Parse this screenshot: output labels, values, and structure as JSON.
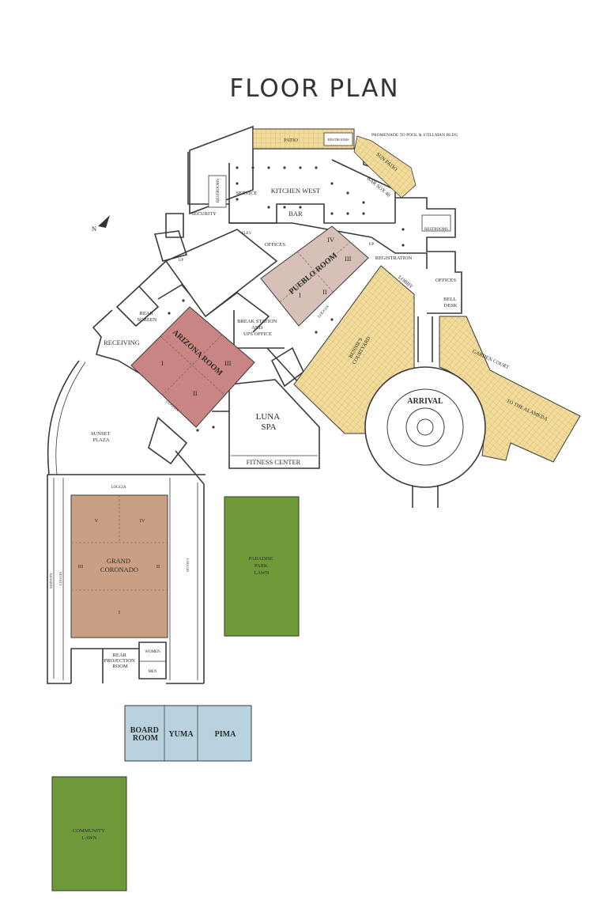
{
  "title": "FLOOR PLAN",
  "compass": {
    "label": "N",
    "icon": "north-arrow-icon"
  },
  "colors": {
    "arizona_room": "#c98583",
    "pueblo_room": "#d6c0b8",
    "grand_coronado": "#c9a083",
    "courtyard": "#f2dc9c",
    "lawn": "#6e9a3a",
    "meeting_rooms": "#b8d3df",
    "walls": "#3a3a3a"
  },
  "rooms": {
    "patio": "PATIO",
    "restrooms": "RESTROOMS",
    "promenade": "PROMENADE TO POOL & STILLMAN BLDG",
    "sun_patio": "SUN PATIO",
    "bar_sox": "BAR SOX 40",
    "restrooms_vertical": "RESTROOMS",
    "service": "SERVICE",
    "kitchen_west": "KITCHEN WEST",
    "security": "SECURITY",
    "bar": "BAR",
    "elev": "ELEV",
    "offices_north": "OFFICES",
    "restrooms_east": "RESTROOMS",
    "up": "UP",
    "registration": "REGISTRATION",
    "lobby": "LOBBY",
    "offices_east": "OFFICES",
    "bell_desk": [
      "BELL",
      "DESK"
    ],
    "pueblo_room": "PUEBLO ROOM",
    "pueblo_sections": [
      "I",
      "II",
      "III",
      "IV"
    ],
    "arizona_room": "ARIZONA ROOM",
    "arizona_sections": [
      "I",
      "II",
      "III"
    ],
    "rear_screen": [
      "REAR",
      "SCREEN"
    ],
    "receiving": "RECEIVING",
    "break_station": [
      "BREAK STATION",
      "AND",
      "UPS OFFICE"
    ],
    "loggia": "LOGGIA",
    "bennies_courtyard": [
      "BENNIE'S",
      "COURTYARD"
    ],
    "garden_court": "GARDEN COURT",
    "to_the_alameda": "TO THE ALAMEDA",
    "arrival": "ARRIVAL",
    "luna_spa": [
      "LUNA",
      "SPA"
    ],
    "fitness_center": "FITNESS CENTER",
    "sunset_plaza": [
      "SUNSET",
      "PLAZA"
    ],
    "grand_coronado": [
      "GRAND",
      "CORONADO"
    ],
    "grand_coronado_sections": [
      "I",
      "II",
      "III",
      "IV",
      "V"
    ],
    "servery": "SERVERY",
    "rear_projection_room": [
      "REAR",
      "PROJECTION",
      "ROOM"
    ],
    "women": "WOMEN",
    "men": "MEN",
    "paradise_park_lawn": [
      "PARADISE",
      "PARK",
      "LAWN"
    ],
    "board_room": [
      "BOARD",
      "ROOM"
    ],
    "yuma": "YUMA",
    "pima": "PIMA",
    "community_lawn": [
      "COMMUNITY",
      "LAWN"
    ]
  }
}
